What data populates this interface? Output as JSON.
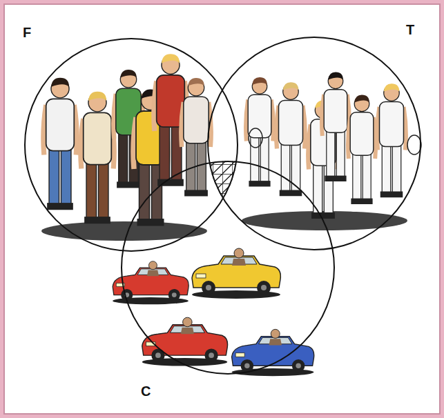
{
  "diagram": {
    "nodes": [
      {
        "text": [
          "F"
        ]
      },
      {
        "text": [
          "T"
        ]
      },
      {
        "text": [
          "C"
        ]
      }
    ]
  }
}
